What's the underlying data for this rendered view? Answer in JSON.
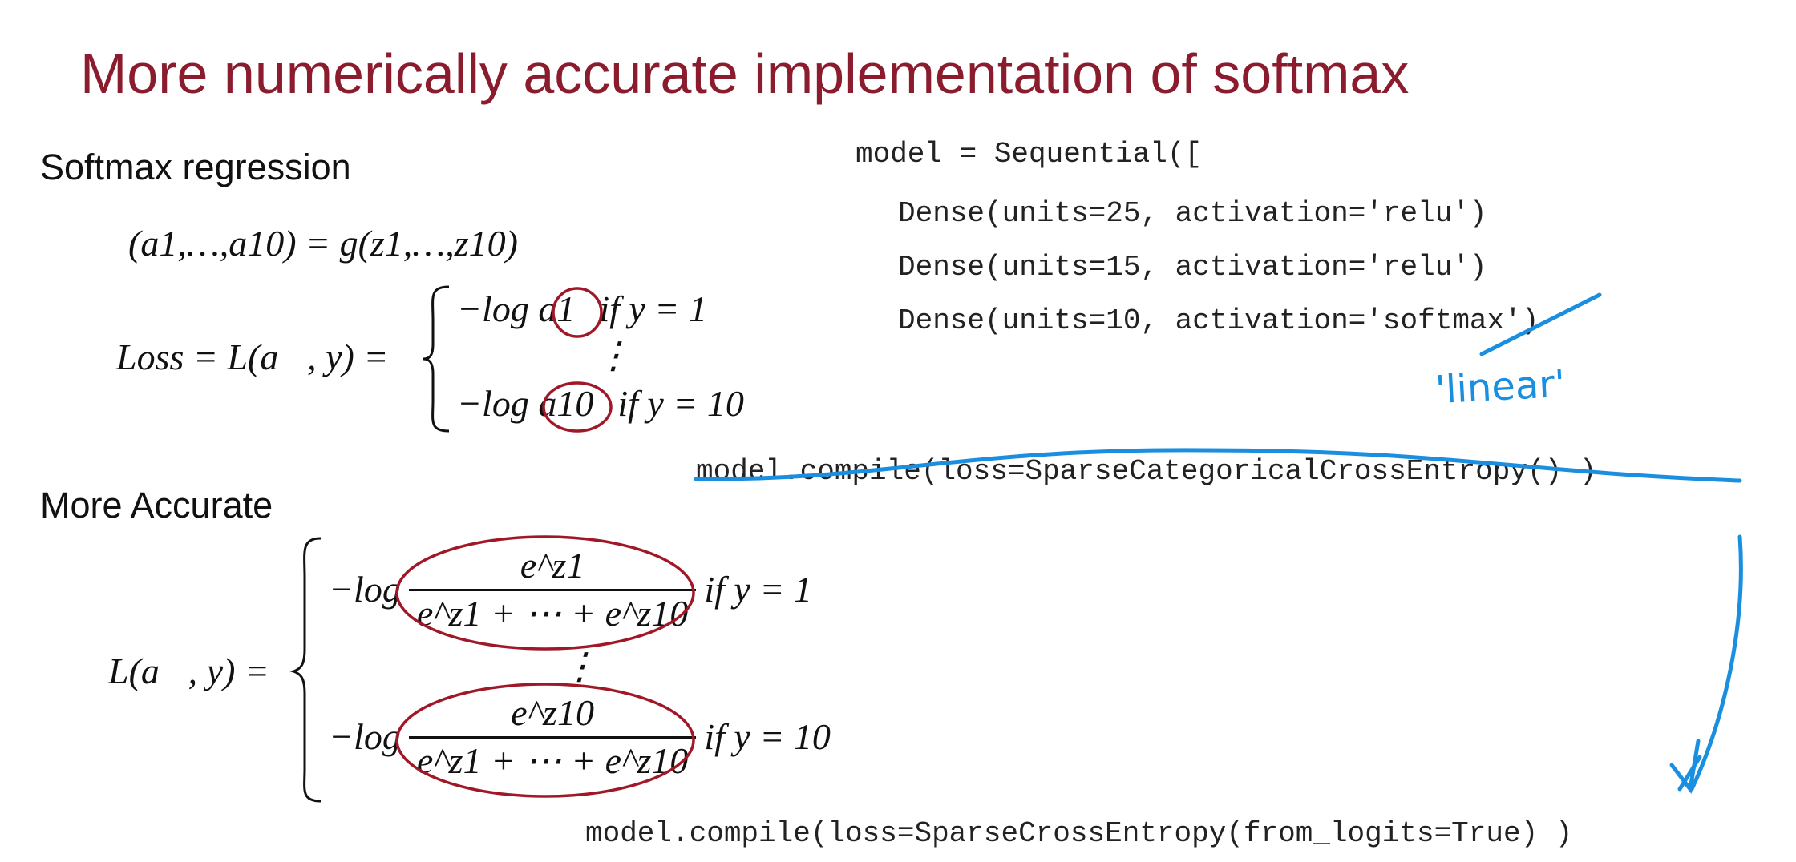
{
  "title": "More numerically accurate implementation of softmax",
  "left": {
    "softmax_heading": "Softmax regression",
    "activation_eq": {
      "lhs": "(a1,…,a10)",
      "rhs": "= g(z1,…,z10)"
    },
    "loss_lhs": "Loss = L(a⃗, y) =",
    "loss_cases": [
      {
        "expr": "−log a1",
        "cond": "if y = 1"
      },
      {
        "expr": "−log a10",
        "cond": "if y = 10"
      }
    ],
    "vdots": "⋮",
    "accurate_heading": "More Accurate",
    "accurate_lhs": "L(a⃗, y) =",
    "accurate_cases": [
      {
        "prefix": "−log",
        "num": "e^z1",
        "den": "e^z1 + ⋯ + e^z10",
        "cond": "if y = 1"
      },
      {
        "prefix": "−log",
        "num": "e^z10",
        "den": "e^z1 + ⋯ + e^z10",
        "cond": "if y = 10"
      }
    ]
  },
  "code": {
    "line0": "model = Sequential([",
    "line1": "Dense(units=25, activation='relu')",
    "line2": "Dense(units=15, activation='relu')",
    "line3": "Dense(units=10, activation='softmax')",
    "compile_old": "model.compile(loss=SparseCategoricalCrossEntropy() )",
    "compile_new": "model.compile(loss=SparseCrossEntropy(from_logits=True) )"
  },
  "annotations": {
    "handwritten_replacement": "'linear'",
    "ink_blue": "#1a8fe0",
    "ink_red": "#a01828"
  }
}
